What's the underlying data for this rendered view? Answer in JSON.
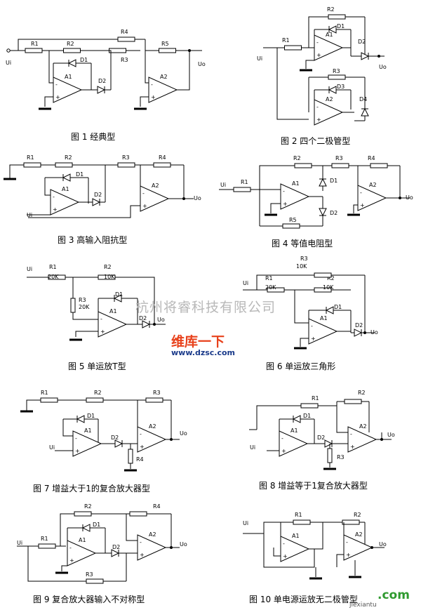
{
  "captions": [
    "图 1 经典型",
    "图 2 四个二极管型",
    "图 3 高输入阻抗型",
    "图 4 等值电阻型",
    "图 5 单运放T型",
    "图 6 单运放三角形",
    "图 7 增益大于1的复合放大器型",
    "图 8 增益等于1复合放大器型",
    "图 9 复合放大器输入不对称型",
    "图 10 单电源运放无二极管型"
  ],
  "labels": {
    "ui": "Ui",
    "uo": "Uo",
    "r1": "R1",
    "r2": "R2",
    "r3": "R3",
    "r4": "R4",
    "r5": "R5",
    "d1": "D1",
    "d2": "D2",
    "d3": "D3",
    "d4": "D4",
    "a1": "A1",
    "a2": "A2",
    "v20k": "20K",
    "v10k": "10K"
  },
  "watermarks": {
    "company": "杭州将睿科技有限公司",
    "brand": "维库一下",
    "url": "www.dzsc.com",
    "corner_site": "jiexiantu",
    "corner_dotcom": ".com"
  },
  "colors": {
    "line": "#000000",
    "wm_company": "#b8b8b8",
    "wm_brand": "#e8411b",
    "wm_url": "#1a3a8a",
    "wm_corner": "#2f9a2f"
  }
}
